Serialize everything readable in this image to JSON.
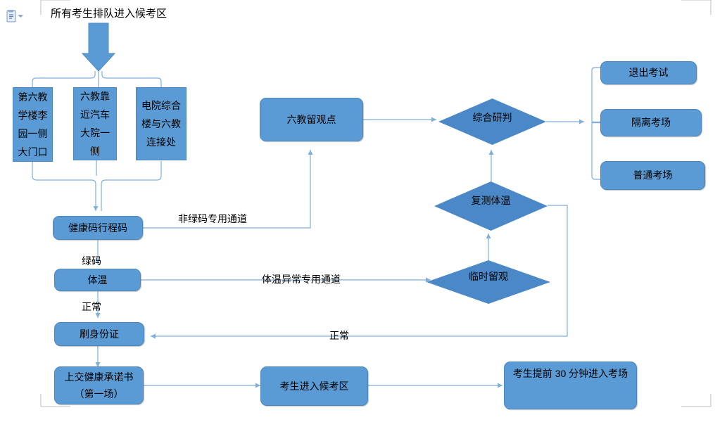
{
  "document": {
    "title_text": "所有考生排队进入候考区",
    "paste_icon": "paste-options-icon"
  },
  "palette": {
    "node_fill": "#5B9BD5",
    "diamond_fill": "#4A88C7",
    "node_border": "#4A87BD",
    "connector": "#7FAFDC",
    "text": "#000000",
    "margin_mark": "#BFBFBF",
    "page_bg": "#FFFFFF"
  },
  "flow": {
    "entry_nodes": [
      {
        "id": "gate-1",
        "label": "第六教学楼李园一侧大门口"
      },
      {
        "id": "gate-2",
        "label": "六教靠近汽车大院一侧"
      },
      {
        "id": "gate-3",
        "label": "电院综合楼与六教连接处"
      }
    ],
    "process_nodes": [
      {
        "id": "health-code",
        "label": "健康码行程码"
      },
      {
        "id": "temperature",
        "label": "体温"
      },
      {
        "id": "id-scan",
        "label": "刷身份证"
      },
      {
        "id": "pledge",
        "label": "上交健康承诺书（第一场）"
      },
      {
        "id": "enter-waiting",
        "label": "考生进入候考区"
      },
      {
        "id": "enter-room",
        "label": "考生提前 30 分钟进入考场"
      },
      {
        "id": "observation-point",
        "label": "六教留观点"
      }
    ],
    "decision_nodes": [
      {
        "id": "comprehensive-judgement",
        "label": "综合研判"
      },
      {
        "id": "retest-temperature",
        "label": "复测体温"
      },
      {
        "id": "temporary-observation",
        "label": "临时留观"
      }
    ],
    "outcome_nodes": [
      {
        "id": "exit-exam",
        "label": "退出考试"
      },
      {
        "id": "isolation-room",
        "label": "隔离考场"
      },
      {
        "id": "normal-room",
        "label": "普通考场"
      }
    ],
    "edge_labels": [
      {
        "id": "non-green-channel",
        "label": "非绿码专用通道"
      },
      {
        "id": "green-code",
        "label": "绿码"
      },
      {
        "id": "normal-temp",
        "label": "正常"
      },
      {
        "id": "abnormal-temp-channel",
        "label": "体温异常专用通道"
      },
      {
        "id": "normal-return",
        "label": "正常"
      }
    ]
  }
}
